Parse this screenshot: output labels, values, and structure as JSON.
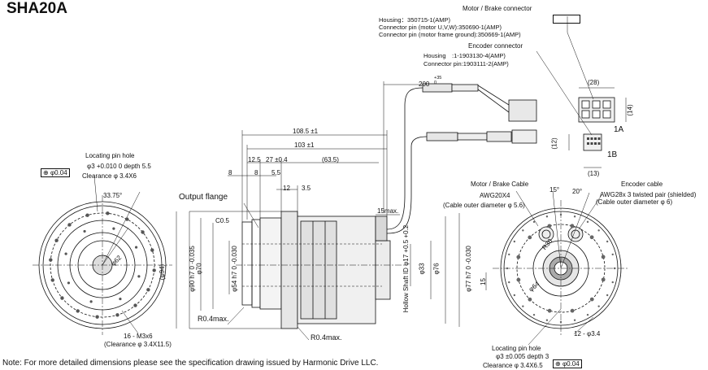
{
  "title": "SHA20A",
  "note": "Note: For more detailed dimensions please see the specification drawing issued by Harmonic Drive LLC.",
  "motor_brake_connector": {
    "heading": "Motor / Brake connector",
    "housing": "Housing：350715-1(AMP)",
    "pin_motor": "Connector pin (motor U,V,W):350690-1(AMP)",
    "pin_frame": "Connector pin (motor frame ground):350669-1(AMP)"
  },
  "encoder_connector": {
    "heading": "Encoder connector",
    "housing": "Housing　:1-1903130-4(AMP)",
    "pin": "Connector pin:1903111-2(AMP)"
  },
  "side_view": {
    "dims_top": [
      "108.5 ±1",
      "103 ±1",
      "12.5",
      "27 ±0.4",
      "(63.5)",
      "8",
      "8",
      "5.5",
      "12",
      "3.5"
    ],
    "cable_length": "200",
    "cable_tol": "+35 0",
    "dims_left": [
      "(φ94)",
      "φ90 h7 0 -0.035",
      "φ70",
      "φ54 h7 0 -0.030"
    ],
    "dims_right": [
      "Hollow Shaft ID φ17 +0.5 +0.2",
      "φ33",
      "φ76",
      "φ77 h7 0 -0.030"
    ],
    "chamfer": "C0.5",
    "output_flange": "Output flange",
    "radius_1": "R0.4max.",
    "radius_2": "R0.4max.",
    "clearance_15": "15max."
  },
  "left_view": {
    "locating_pin": "Locating pin hole",
    "pin_spec": "φ3 +0.010 0 depth 5.5",
    "tolerance": "φ0.04",
    "clearance": "Clearance φ 3.4X6",
    "angle": "33.75°",
    "pcd": "φ62",
    "screws": "16 - M3x6",
    "screw_clearance": "(Clearance φ 3.4X11.5)"
  },
  "connector_dims": {
    "w28": "(28)",
    "h14": "(14)",
    "h12": "(12)",
    "w13": "(13)",
    "label_a": "1A",
    "label_b": "1B"
  },
  "right_view": {
    "motor_brake_cable": "Motor / Brake Cable",
    "awg_motor": "AWG20X4",
    "motor_od": "(Cable outer diameter φ 5.6)",
    "encoder_cable": "Encoder cable",
    "awg_encoder": "AWG28x 3 twisted pair (shielded)",
    "encoder_od": "(Cable outer diameter φ 6)",
    "angle_15": "15°",
    "angle_20": "20°",
    "r30": "R30",
    "dim_15": "15",
    "pcd": "φ64",
    "holes": "12 - φ3.4",
    "locating_pin": "Locating pin hole",
    "pin_spec": "φ3 ±0.005 depth 3",
    "clearance": "Clearance φ 3.4X6.5",
    "tolerance": "φ0.04"
  }
}
